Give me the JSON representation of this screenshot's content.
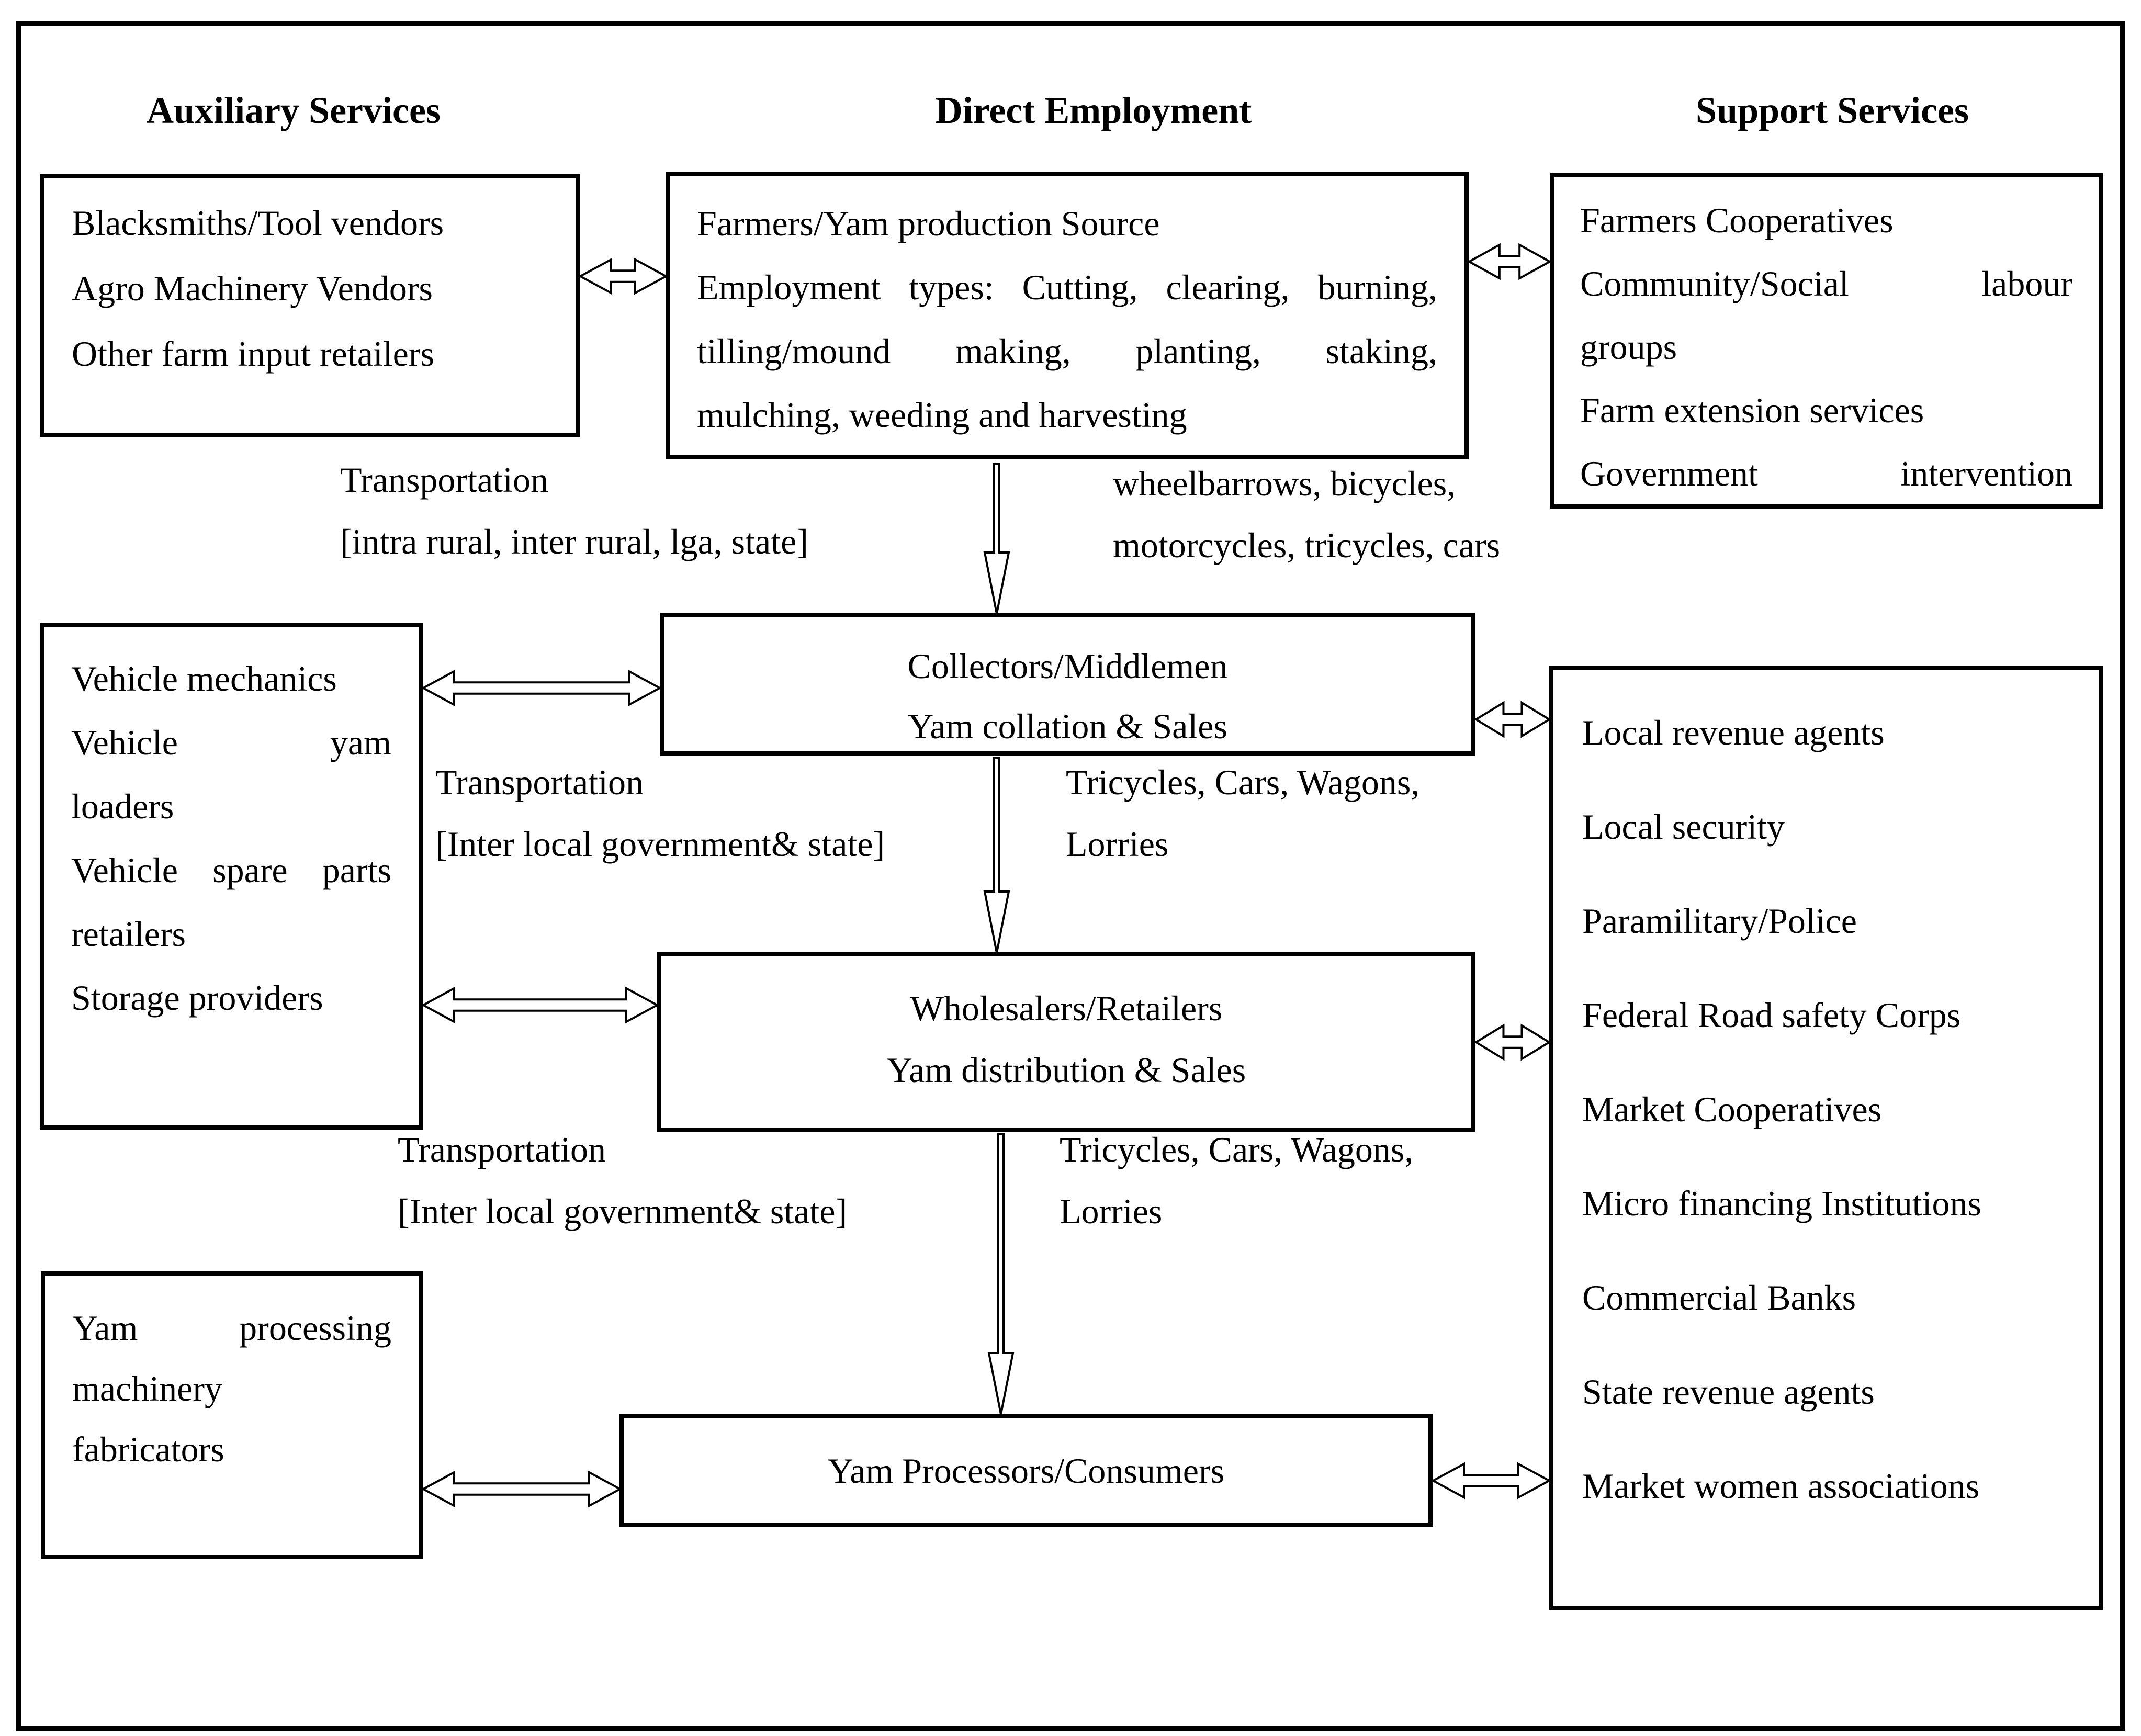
{
  "headers": {
    "auxiliary": "Auxiliary Services",
    "direct": "Direct Employment",
    "support": "Support Services"
  },
  "boxes": {
    "auxiliary_top": {
      "lines": [
        "Blacksmiths/Tool vendors",
        "Agro Machinery Vendors",
        "Other farm input retailers"
      ]
    },
    "direct_employment": {
      "line1": "Farmers/Yam production Source",
      "line2": "Employment types: Cutting, clearing, burning,",
      "line3": "tilling/mound making, planting, staking,",
      "line4": "mulching, weeding and harvesting"
    },
    "support_top": {
      "line1": "Farmers Cooperatives",
      "line2": "Community/Social labour",
      "line3": "groups",
      "line4": "Farm extension services",
      "line5": "Government intervention"
    },
    "vehicle_services": {
      "line1": "Vehicle mechanics",
      "line2": "Vehicle yam",
      "line3": "loaders",
      "line4": "Vehicle spare parts",
      "line5": "retailers",
      "line6": "Storage providers"
    },
    "collectors": {
      "line1": "Collectors/Middlemen",
      "line2": "Yam collation & Sales"
    },
    "wholesalers": {
      "line1": "Wholesalers/Retailers",
      "line2": "Yam distribution & Sales"
    },
    "yam_machinery": {
      "line1": "Yam processing",
      "line2": "machinery",
      "line3": "fabricators"
    },
    "processors": {
      "line1": "Yam Processors/Consumers"
    },
    "support_lower": {
      "items": [
        "Local revenue agents",
        "Local security",
        "Paramilitary/Police",
        "Federal Road safety Corps",
        "Market Cooperatives",
        "Micro financing Institutions",
        "Commercial Banks",
        "State revenue agents",
        "Market women associations"
      ]
    }
  },
  "labels": {
    "transport1": {
      "line1": "Transportation",
      "line2": "[intra rural, inter rural, lga, state]"
    },
    "vehicles1": {
      "line1": "wheelbarrows, bicycles,",
      "line2": "motorcycles, tricycles, cars"
    },
    "transport2": {
      "line1": "Transportation",
      "line2": "[Inter local government& state]"
    },
    "vehicles2": {
      "line1": "Tricycles, Cars, Wagons,",
      "line2": "Lorries"
    },
    "transport3": {
      "line1": "Transportation",
      "line2": "[Inter local government& state]"
    },
    "vehicles3": {
      "line1": "Tricycles, Cars, Wagons,",
      "line2": "Lorries"
    }
  },
  "colors": {
    "ink": "#000000",
    "paper": "#ffffff"
  }
}
